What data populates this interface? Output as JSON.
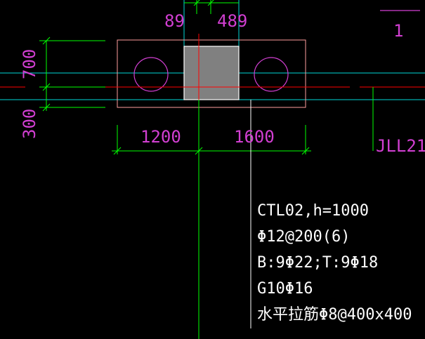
{
  "colors": {
    "background": "#000000",
    "dimension": "#00ff00",
    "dimension_text": "#d23fd2",
    "axis_red": "#ff0000",
    "axis_cyan": "#00d8d8",
    "cap_outline": "#ff9e9e",
    "pile": "#d23fd2",
    "column_fill": "#808080",
    "leader": "#ffffff"
  },
  "dimensions": {
    "top_left": "89",
    "top_right": "489",
    "left_upper": "700",
    "left_lower": "300",
    "bottom_left": "1200",
    "bottom_right": "1600"
  },
  "labels": {
    "section_mark": "1",
    "beam": "JLL21"
  },
  "annotation": {
    "lines": [
      "CTL02,h=1000",
      "Φ12@200(6)",
      "B:9Φ22;T:9Φ18",
      "G10Φ16",
      "水平拉筋Φ8@400x400"
    ]
  },
  "icons": {
    "pile_left": "circle",
    "pile_right": "circle",
    "column": "filled-rectangle"
  }
}
